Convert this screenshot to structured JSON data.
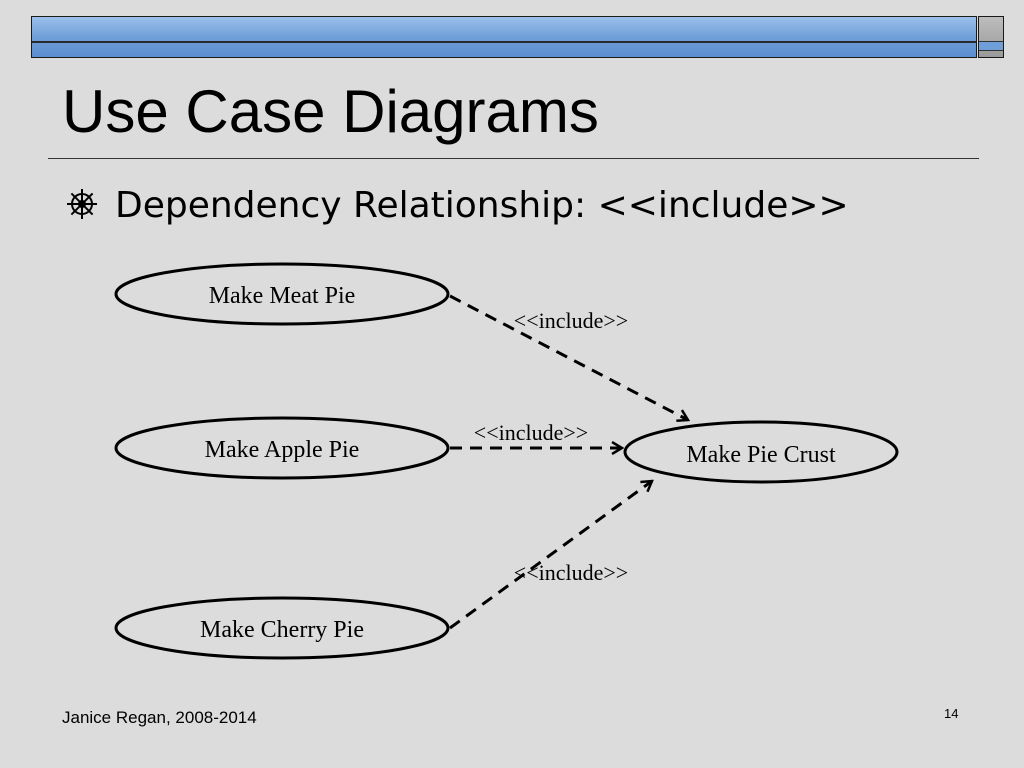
{
  "slide": {
    "title": "Use Case Diagrams",
    "bullet": "Dependency Relationship:  <<include>>",
    "footer_author": "Janice Regan, 2008-2014",
    "page_number": "14"
  },
  "diagram": {
    "use_cases": {
      "meat": "Make Meat Pie",
      "apple": "Make Apple Pie",
      "cherry": "Make Cherry Pie",
      "crust": "Make Pie Crust"
    },
    "relations": {
      "meat_crust": "<<include>>",
      "apple_crust": "<<include>>",
      "cherry_crust": "<<include>>"
    }
  },
  "colors": {
    "background": "#dcdcdc",
    "header_bar": "#6f9fd8"
  }
}
